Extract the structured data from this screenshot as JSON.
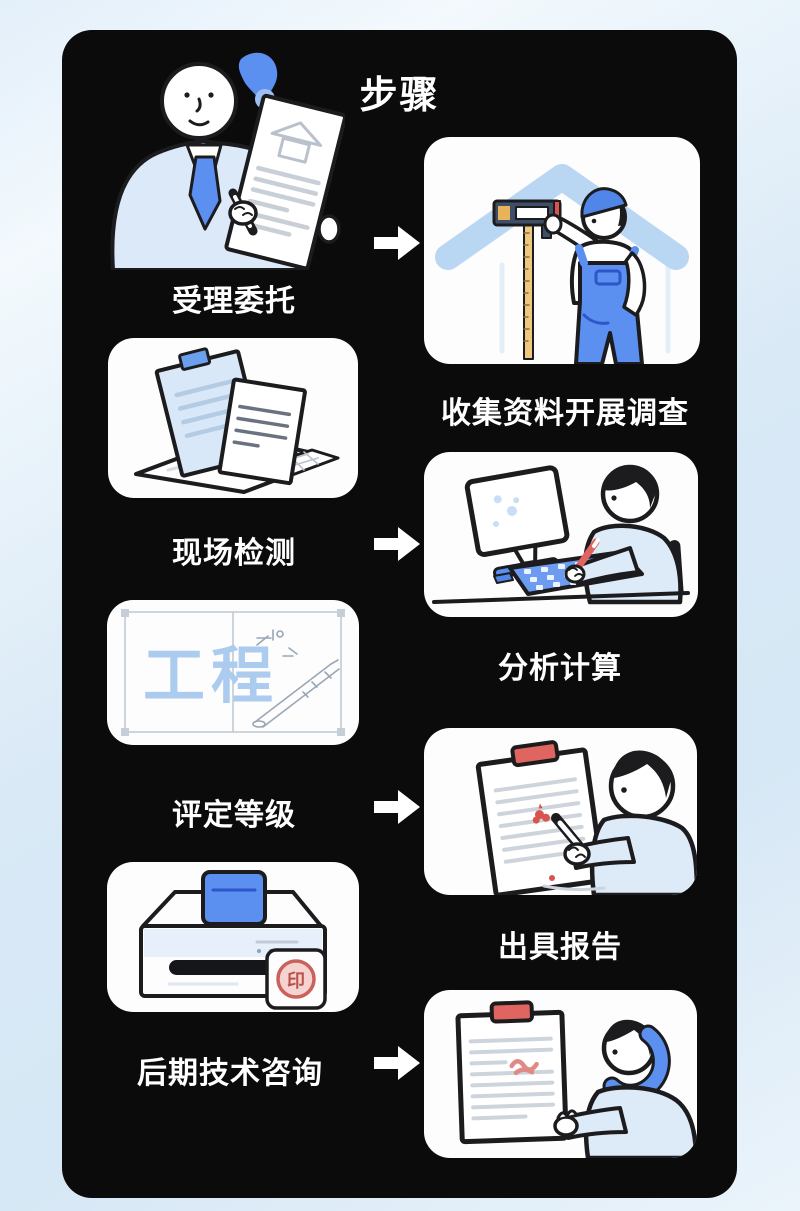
{
  "title": "步骤",
  "steps": [
    {
      "left_label": "受理委托",
      "right_label": "收集资料开展调查",
      "left_illustration": "man-holding-contract",
      "right_illustration": "worker-measuring-house"
    },
    {
      "left_label": "现场检测",
      "right_label": "分析计算",
      "left_illustration": "site-documents",
      "right_illustration": "person-at-computer"
    },
    {
      "left_label": "评定等级",
      "right_label": "出具报告",
      "left_illustration": "engineering-blueprint",
      "right_illustration": "person-signing-report"
    },
    {
      "left_label": "后期技术咨询",
      "right_label": "",
      "left_illustration": "printer-with-stamp",
      "right_illustration": "person-phone-consult"
    }
  ],
  "blueprint": {
    "text": "工程"
  },
  "stamp": {
    "char": "印"
  },
  "colors": {
    "background_blue": "#d9e9f6",
    "card_black": "#0b0b0c",
    "panel_white": "#fdfdfe",
    "label_white": "#ffffff",
    "accent_blue": "#5b8ff0",
    "light_blue": "#d8e8f8",
    "roof_blue": "#b9d6f2",
    "accent_red": "#e0645f",
    "pole_yellow": "#edc87e"
  }
}
